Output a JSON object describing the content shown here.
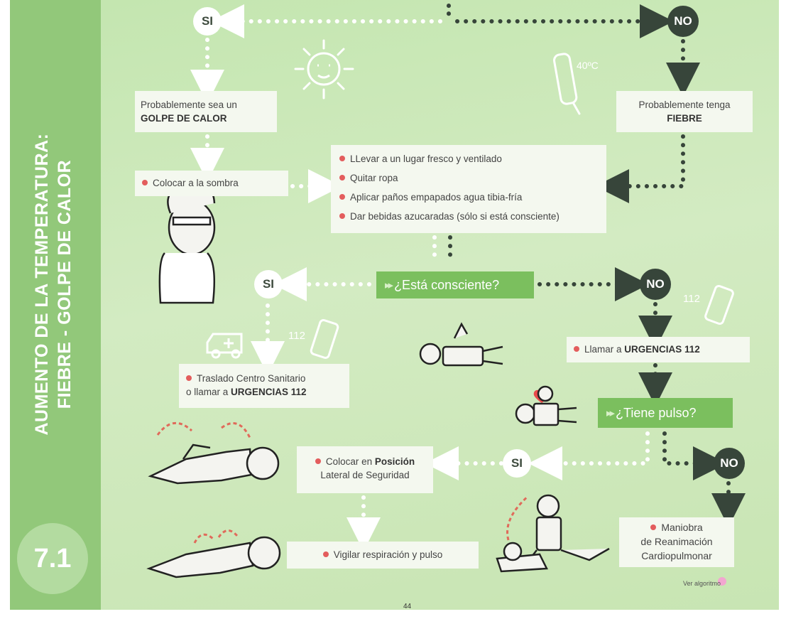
{
  "sidebar": {
    "title_line1": "AUMENTO DE LA TEMPERATURA:",
    "title_line2": "FIEBRE - GOLPE DE CALOR",
    "section_number": "7.1"
  },
  "nodes": {
    "si_top": "SI",
    "no_top": "NO",
    "si_mid": "SI",
    "no_mid": "NO",
    "si_low": "SI",
    "no_low": "NO"
  },
  "boxes": {
    "golpe_line1": "Probablemente sea un",
    "golpe_line2": "GOLPE DE CALOR",
    "fiebre_line1": "Probablemente tenga",
    "fiebre_line2": "FIEBRE",
    "sombra": "Colocar a la sombra",
    "actions": [
      "LLevar a un lugar fresco y ventilado",
      "Quitar ropa",
      "Aplicar paños empapados agua tibia-fría",
      "Dar bebidas azucaradas (sólo si está consciente)"
    ],
    "traslado_line1": "Traslado Centro Sanitario",
    "traslado_line2_prefix": "o llamar a ",
    "traslado_line2_bold": "URGENCIAS 112",
    "llamar_prefix": "Llamar a ",
    "llamar_bold": "URGENCIAS 112",
    "pls_line1_prefix": "Colocar en ",
    "pls_line1_bold": "Posición",
    "pls_line2": "Lateral de Seguridad",
    "vigilar": "Vigilar respiración y pulso",
    "rcp_line1": "Maniobra",
    "rcp_line2": "de Reanimación",
    "rcp_line3": "Cardiopulmonar"
  },
  "questions": {
    "consciente": "¿Está consciente?",
    "pulso": "¿Tiene pulso?"
  },
  "labels": {
    "thermo_temp": "40ºC",
    "phone_112_a": "112",
    "phone_112_b": "112",
    "ver_algoritmo": "Ver algoritmo",
    "page_number": "44"
  },
  "colors": {
    "sidebar": "#92c87a",
    "background": "#cbe7b8",
    "question_box": "#7bbf5e",
    "bullet": "#e35d5d",
    "no_node": "#37453a",
    "si_node": "#ffffff",
    "heart": "#e84a4a",
    "recovery_arrows": "#e06a5a"
  },
  "icons": [
    "sun-icon",
    "thermometer-icon",
    "ambulance-icon",
    "phone-icon",
    "heart-icon"
  ]
}
